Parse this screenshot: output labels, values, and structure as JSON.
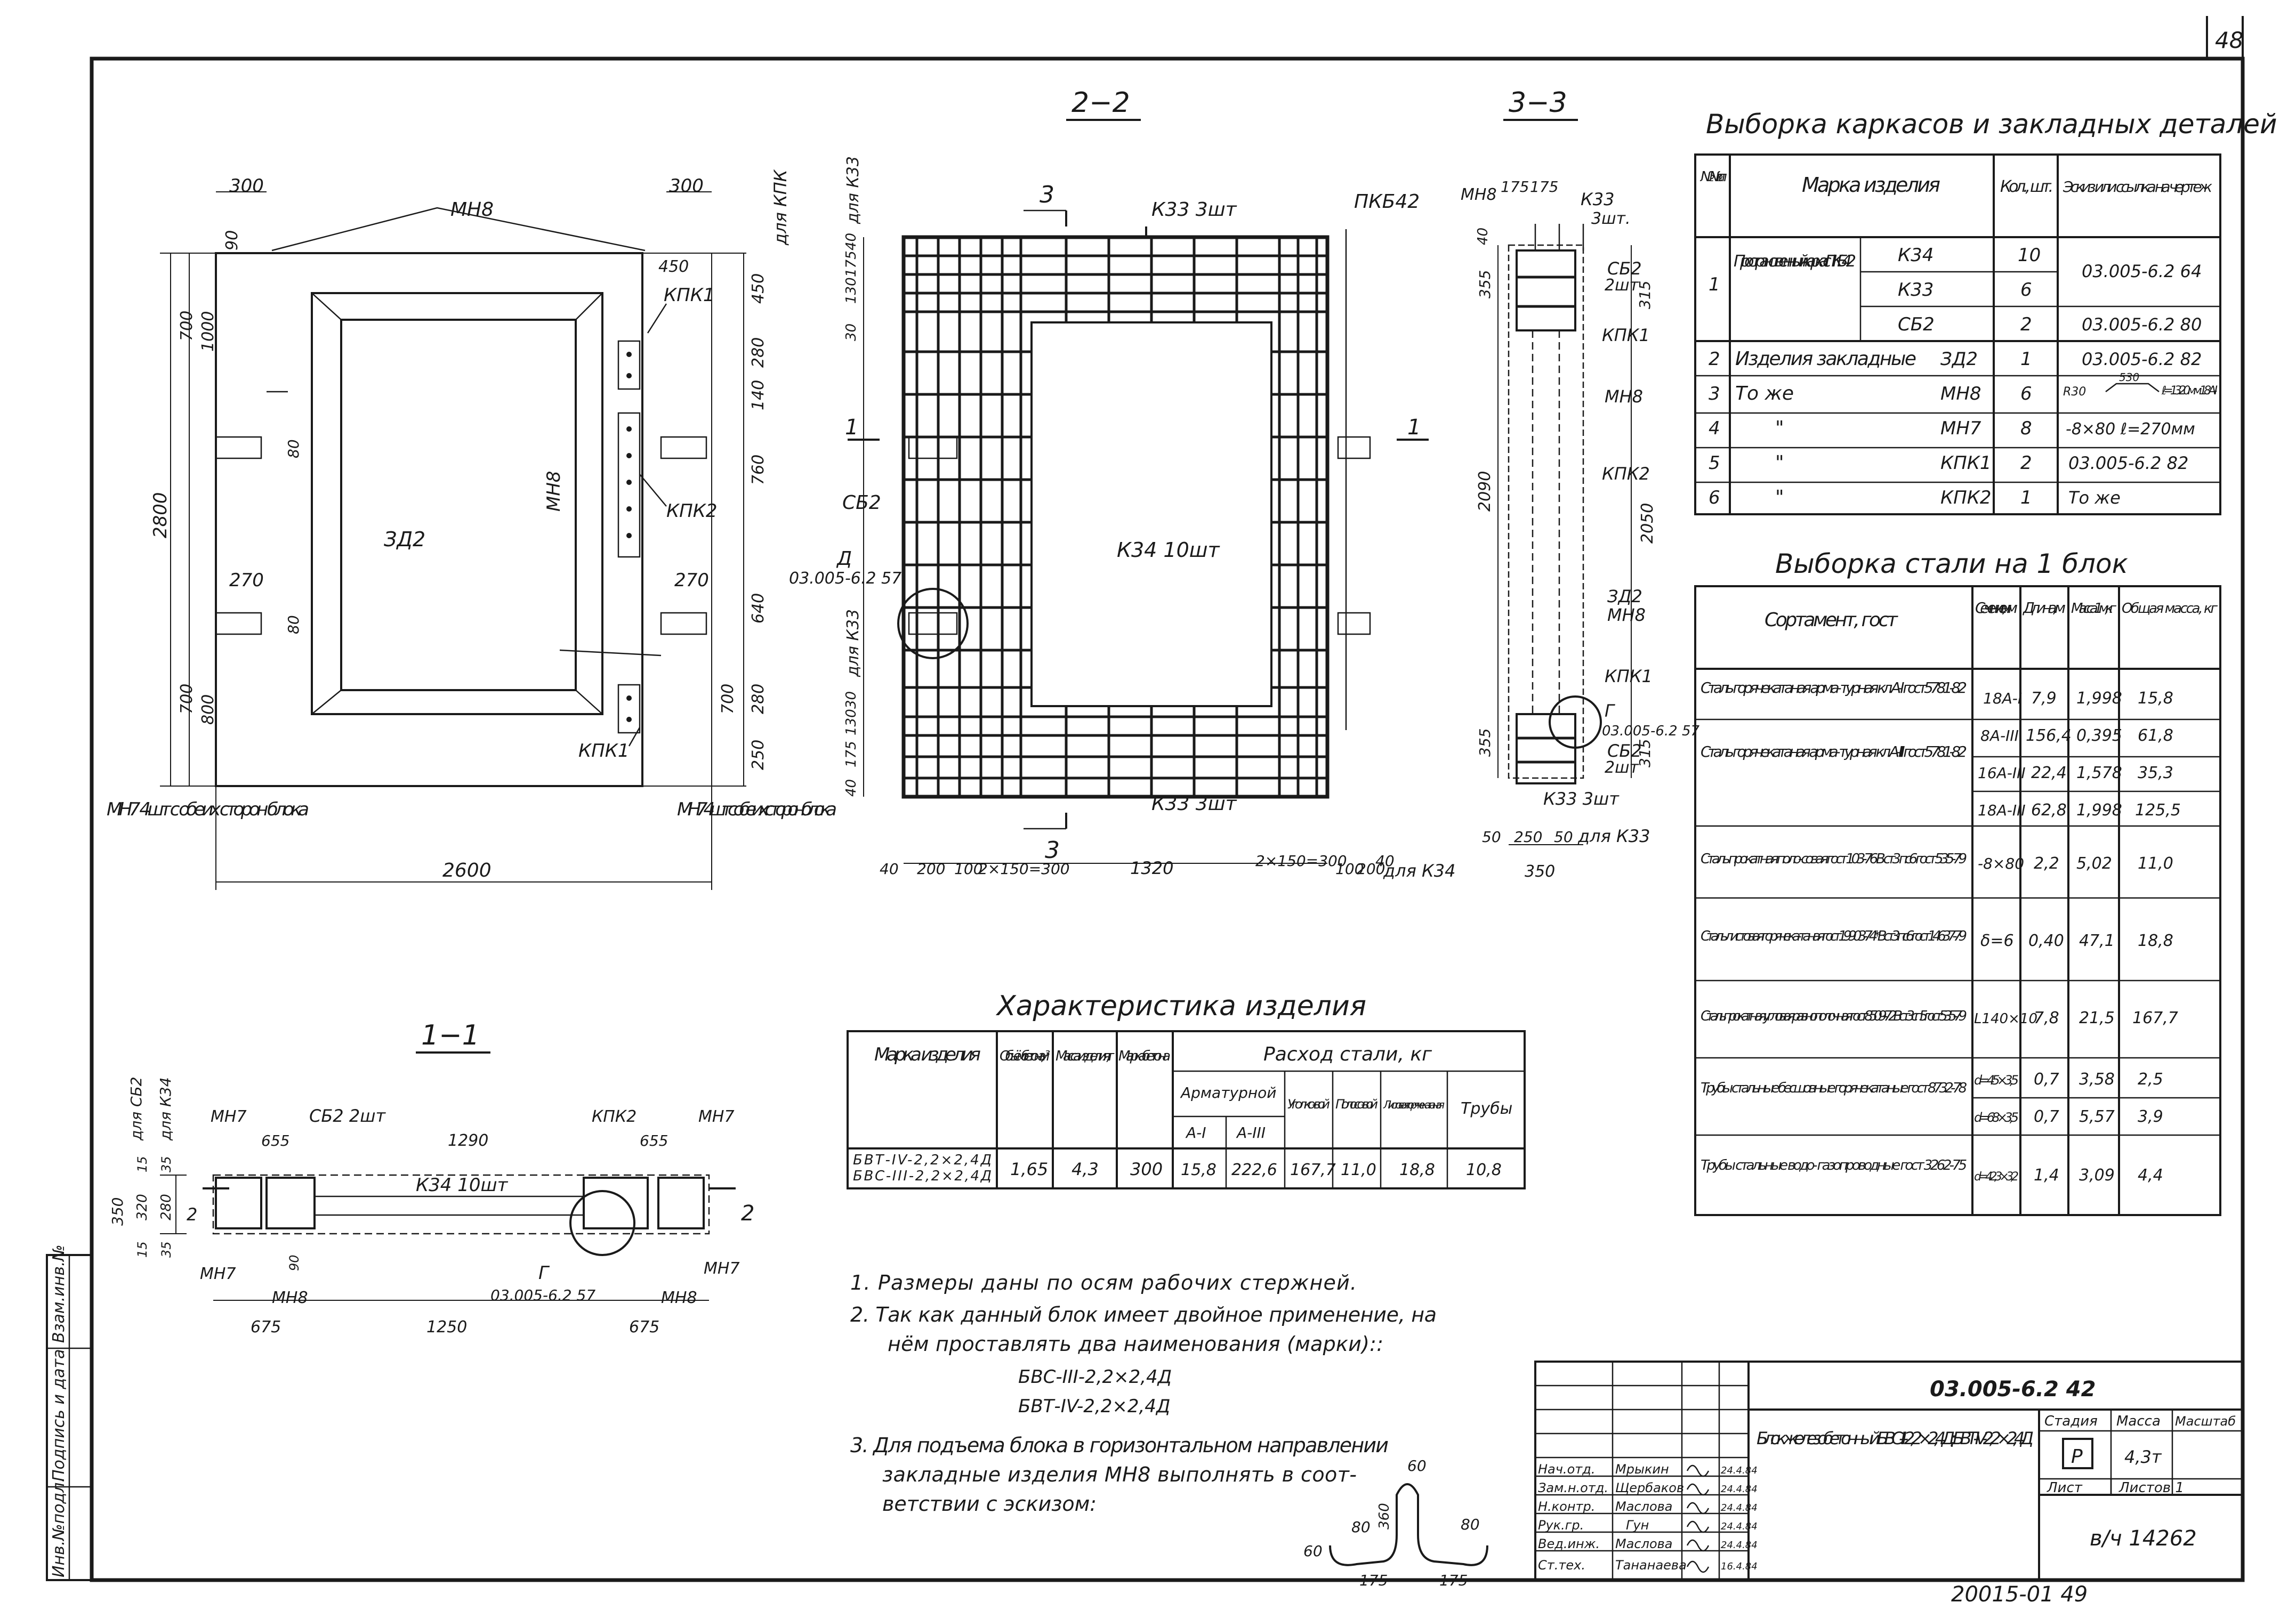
{
  "sheet": {
    "page_number": "48",
    "stamp_bottom": "20015-01 49",
    "side_stamp": [
      "Инв.№подл.",
      "Подпись и дата",
      "Взам.инв.№"
    ]
  },
  "views": {
    "v22": "2−2",
    "v33": "3−3",
    "v11": "1−1"
  },
  "main_view": {
    "labels": {
      "mn8_top": "МН8",
      "mn8_mid": "МН8",
      "zd2": "ЗД2",
      "kpk1_top": "КПК1",
      "kpk2": "КПК2",
      "kpk1_bot": "КПК1",
      "mn7_left": "МН7 4шт с обеих сторон блока",
      "mn7_right": "МН7 4шт с обеих сторон блока",
      "for_kpk": "для КПК"
    },
    "dims": {
      "d300a": "300",
      "d300b": "300",
      "d90": "90",
      "d450a": "450",
      "d450b": "450",
      "d700a": "700",
      "d1000": "1000",
      "d2800": "2800",
      "d80a": "80",
      "d280a": "280",
      "d140": "140",
      "d760": "760",
      "d270a": "270",
      "d270b": "270",
      "d80b": "80",
      "d640": "640",
      "d700b": "700",
      "d800": "800",
      "d700c": "700",
      "d280b": "280",
      "d250": "250",
      "d2600": "2600"
    }
  },
  "view22": {
    "labels": {
      "k33_top": "К33 3шт",
      "pkb42": "ПКБ42",
      "sb2": "СБ2",
      "d_ref": "Д",
      "d_ref_doc": "03.005-6.2 57",
      "k34": "К34 10шт",
      "k33_bot": "К33 3шт",
      "for_k33": "для К33",
      "for_k33b": "для К33",
      "for_k34": "для К34",
      "sec3": "3",
      "sec3b": "3",
      "sec1": "1",
      "sec1b": "1"
    },
    "dims_v": [
      "40",
      "175",
      "130",
      "30",
      "30",
      "130",
      "175",
      "40"
    ],
    "dims_h": [
      "40",
      "200",
      "100",
      "2×150=300",
      "1320",
      "2×150=300",
      "100",
      "200",
      "40"
    ]
  },
  "view33": {
    "labels": {
      "mn8": "МН8",
      "k33": "К33",
      "k33_3": "3шт.",
      "sb2a": "СБ2",
      "sb2a_2": "2шт",
      "kpk1a": "КПК1",
      "mn8b": "МН8",
      "kpk2": "КПК2",
      "zd2": "ЗД2",
      "mn8c": "МН8",
      "kpk1b": "КПК1",
      "g": "Г",
      "g_doc": "03.005-6.2 57",
      "sb2b": "СБ2",
      "sb2b_2": "2шт",
      "k33b": "К33 3шт",
      "for_k33": "для К33"
    },
    "dims": {
      "d175a": "175",
      "d175b": "175",
      "d40": "40",
      "d355a": "355",
      "d315a": "315",
      "d2090": "2090",
      "d2050": "2050",
      "d355b": "355",
      "d315b": "315",
      "d50a": "50",
      "d250": "250",
      "d50b": "50",
      "d350": "350"
    }
  },
  "view11": {
    "labels": {
      "mn7a": "МН7",
      "sb2": "СБ2 2шт",
      "kpk2": "КПК2",
      "mn7b": "МН7",
      "k34": "К34 10шт",
      "mn7c": "МН7",
      "mn8a": "МН8",
      "mn7d": "МН7",
      "mn8b": "МН8",
      "g": "Г",
      "g_doc": "03.005-6.2 57",
      "for_sb2": "для СБ2",
      "for_k34": "для К34",
      "sec2": "2",
      "sec2b": "2"
    },
    "dims": {
      "d655a": "655",
      "d1290": "1290",
      "d655b": "655",
      "d350": "350",
      "d320": "320",
      "d280": "280",
      "d15a": "15",
      "d35a": "35",
      "d35b": "35",
      "d15b": "15",
      "d90": "90",
      "d675a": "675",
      "d1250": "1250",
      "d675b": "675"
    }
  },
  "frames_table": {
    "title": "Выборка каркасов и закладных деталей",
    "headers": {
      "num": "№№ п.п",
      "mark": "Марка изделия",
      "qty": "Кол., шт.",
      "sketch": "Эскиз или ссылка на чертеж"
    },
    "group1_name": "Пространствен- ный каркас ПКБ 42",
    "rows": [
      {
        "n": "1",
        "name": "",
        "mark": "К34",
        "qty": "10",
        "ref": "03.005-6.2 64"
      },
      {
        "n": "",
        "name": "",
        "mark": "К33",
        "qty": "6",
        "ref": ""
      },
      {
        "n": "",
        "name": "",
        "mark": "СБ2",
        "qty": "2",
        "ref": "03.005-6.2 80"
      },
      {
        "n": "2",
        "name": "Изделия закладные",
        "mark": "ЗД2",
        "qty": "1",
        "ref": "03.005-6.2 82"
      },
      {
        "n": "3",
        "name": "То же",
        "mark": "МН8",
        "qty": "6",
        "ref": "ℓ=1320мм 18А-I"
      },
      {
        "n": "4",
        "name": "\"",
        "mark": "МН7",
        "qty": "8",
        "ref": "-8×80 ℓ=270мм"
      },
      {
        "n": "5",
        "name": "\"",
        "mark": "КПК1",
        "qty": "2",
        "ref": "03.005-6.2 82"
      },
      {
        "n": "6",
        "name": "\"",
        "mark": "КПК2",
        "qty": "1",
        "ref": "То же"
      }
    ],
    "sketch_dims": [
      "530",
      "R30"
    ]
  },
  "steel_table": {
    "title": "Выборка стали на 1 блок",
    "headers": {
      "assort": "Сортамент, гост",
      "section": "Сече- ние, мм",
      "length": "Длина, м",
      "mass1m": "Масса 1м, кг",
      "total": "Общая масса, кг"
    },
    "rows": [
      {
        "name": "Сталь горячекатаная арма- турная кл.А-I гост5781-82",
        "section": "18А-I",
        "length": "7,9",
        "mass": "1,998",
        "total": "15,8"
      },
      {
        "name": "Сталь горячекатаная арма- турная кл.А-III гост5781-82",
        "section": "8А-III",
        "length": "156,4",
        "mass": "0,395",
        "total": "61,8"
      },
      {
        "name": "",
        "section": "16А-III",
        "length": "22,4",
        "mass": "1,578",
        "total": "35,3"
      },
      {
        "name": "",
        "section": "18А-III",
        "length": "62,8",
        "mass": "1,998",
        "total": "125,5"
      },
      {
        "name": "Сталь прокатная поло- совая гост 103-76 В ст3 пс6 гост 535-79",
        "section": "-8×80",
        "length": "2,2",
        "mass": "5,02",
        "total": "11,0"
      },
      {
        "name": "Сталь листовая горячека- таная гост 19903-74* В ст3 пс6 гост 14637-79",
        "section": "δ=6",
        "length": "0,40",
        "mass": "47,1",
        "total": "18,8"
      },
      {
        "name": "Сталь прокатная угловая равнополочная гост 8509-72 В ст3 сп5 гост 535-79",
        "section": "L140×10",
        "length": "7,8",
        "mass": "21,5",
        "total": "167,7"
      },
      {
        "name": "Трубы стальные бесшовные горячекатаные гост 8732-78",
        "section": "d=45×3,5",
        "length": "0,7",
        "mass": "3,58",
        "total": "2,5"
      },
      {
        "name": "",
        "section": "d=68×3,5",
        "length": "0,7",
        "mass": "5,57",
        "total": "3,9"
      },
      {
        "name": "Трубы стальные водо- газопроводные гост 3262-75",
        "section": "d=42,3×3,2",
        "length": "1,4",
        "mass": "3,09",
        "total": "4,4"
      }
    ]
  },
  "char_table": {
    "title": "Характеристика изделия",
    "headers": {
      "mark": "Марка изделия",
      "volume": "Объём бетона, м³",
      "mass": "Масса изделия, т",
      "concrete": "Марка бетона",
      "steel": "Расход стали, кг",
      "rebar": "Арматурной",
      "a1": "А-I",
      "a3": "А-III",
      "angle": "Уголко- вой",
      "strip": "Полосо- вой",
      "sheet": "Листо- вая го- рячека- таная",
      "pipes": "Трубы"
    },
    "marks": [
      "БВТ-IV-2,2×2,4Д",
      "БВС-III-2,2×2,4Д"
    ],
    "values": {
      "volume": "1,65",
      "mass": "4,3",
      "concrete": "300",
      "a1": "15,8",
      "a3": "222,6",
      "angle": "167,7",
      "strip": "11,0",
      "sheet": "18,8",
      "pipes": "10,8"
    }
  },
  "notes": {
    "n1": "1. Размеры даны по осям рабочих стержней.",
    "n2a": "2. Так как данный блок имеет двойное применение, на",
    "n2b": "нём проставлять два наименования (марки)::",
    "n2c": "БВС-III-2,2×2,4Д",
    "n2d": "БВТ-IV-2,2×2,4Д",
    "n3a": "3. Для подъема блока в горизонтальном направлении",
    "n3b": "закладные изделия МН8 выполнять в соот-",
    "n3c": "ветствии с эскизом:",
    "sketch_dims": [
      "60",
      "80",
      "360",
      "80",
      "60",
      "175",
      "175"
    ]
  },
  "title_block": {
    "doc_code": "03.005-6.2 42",
    "title": "Блок железобетонный БВС-III-2,2×2,4Д; БВТ-IV-2,2×2,4Д",
    "roles": [
      {
        "role": "Нач.отд.",
        "name": "Мрыкин",
        "date": "24.4.84"
      },
      {
        "role": "Зам.н.отд.",
        "name": "Щербаков",
        "date": "24.4.84"
      },
      {
        "role": "Н.контр.",
        "name": "Маслова",
        "date": "24.4.84"
      },
      {
        "role": "Рук.гр.",
        "name": "Гун",
        "date": "24.4.84"
      },
      {
        "role": "Вед.инж.",
        "name": "Маслова",
        "date": "24.4.84"
      },
      {
        "role": "Ст.тех.",
        "name": "Тананаева",
        "date": "16.4.84"
      }
    ],
    "stage_label": "Стадия",
    "mass_label": "Масса",
    "scale_label": "Масштаб",
    "stage": "Р",
    "mass": "4,3т",
    "sheet_label": "Лист",
    "sheets_label": "Листов 1",
    "inv": "в/ч 14262"
  }
}
